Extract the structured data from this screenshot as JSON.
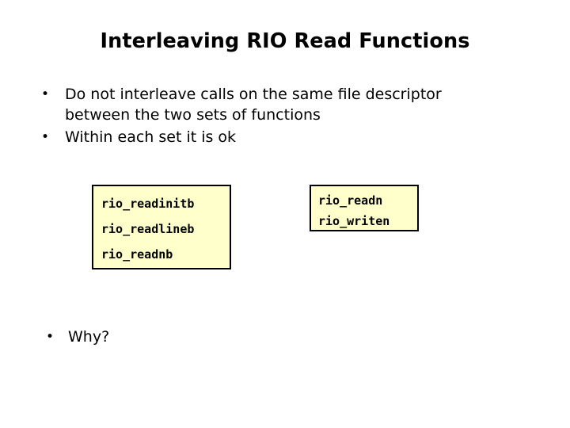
{
  "slide": {
    "title": "Interleaving RIO Read Functions",
    "background_color": "#ffffff",
    "text_color": "#000000",
    "bullet_glyph": "•",
    "bullets": [
      {
        "text": "Do not interleave calls on the same file descriptor between the two sets of functions"
      },
      {
        "text": "Within each set it is ok"
      }
    ],
    "closing_bullet": {
      "text": "Why?"
    },
    "code_boxes": [
      {
        "name": "buffered-rio-functions",
        "fill_color": "#ffffcc",
        "border_color": "#000000",
        "lines": [
          "rio_readinitb",
          "rio_readlineb",
          "rio_readnb"
        ]
      },
      {
        "name": "unbuffered-rio-functions",
        "fill_color": "#ffffcc",
        "border_color": "#000000",
        "lines": [
          "rio_readn",
          "rio_writen"
        ]
      }
    ]
  }
}
